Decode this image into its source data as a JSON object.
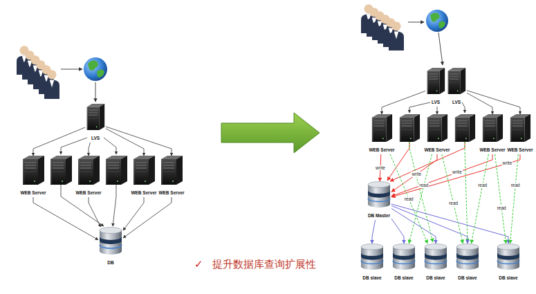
{
  "diagram": {
    "caption": "提升数据库查询扩展性",
    "nodes": [
      {
        "text": [
          "LVS"
        ]
      },
      {
        "text": [
          "WEB Server"
        ]
      },
      {
        "text": [
          "WEB Server"
        ]
      },
      {
        "text": [
          "WEB Server"
        ]
      },
      {
        "text": [
          "WEB Server"
        ]
      },
      {
        "text": [
          "DB"
        ]
      },
      {
        "text": [
          "LVS"
        ]
      },
      {
        "text": [
          "LVS"
        ]
      },
      {
        "text": [
          "WEB Server"
        ]
      },
      {
        "text": [
          "WEB Server"
        ]
      },
      {
        "text": [
          "WEB Server"
        ]
      },
      {
        "text": [
          "WEB Server"
        ]
      },
      {
        "text": [
          "DB Master"
        ]
      },
      {
        "text": [
          "DB slave"
        ]
      },
      {
        "text": [
          "DB slave"
        ]
      },
      {
        "text": [
          "DB slave"
        ]
      },
      {
        "text": [
          "DB slave"
        ]
      },
      {
        "text": [
          "DB slave"
        ]
      }
    ],
    "edges": [
      {
        "from": 0,
        "to": 1,
        "arrow": "to"
      },
      {
        "from": 0,
        "to": 2,
        "arrow": "to"
      },
      {
        "from": 0,
        "to": 3,
        "arrow": "to"
      },
      {
        "from": 0,
        "to": 4,
        "arrow": "to"
      },
      {
        "from": 1,
        "to": 5,
        "arrow": "to"
      },
      {
        "from": 2,
        "to": 5,
        "arrow": "to"
      },
      {
        "from": 3,
        "to": 5,
        "arrow": "to"
      },
      {
        "from": 4,
        "to": 5,
        "arrow": "to"
      },
      {
        "from": 6,
        "to": 8,
        "arrow": "to"
      },
      {
        "from": 6,
        "to": 9,
        "arrow": "to"
      },
      {
        "from": 7,
        "to": 10,
        "arrow": "to"
      },
      {
        "from": 7,
        "to": 11,
        "arrow": "to"
      },
      {
        "from": 8,
        "to": 12,
        "label": "write",
        "arrow": "to"
      },
      {
        "from": 9,
        "to": 12,
        "label": "write",
        "arrow": "to"
      },
      {
        "from": 10,
        "to": 12,
        "label": "write",
        "arrow": "to"
      },
      {
        "from": 11,
        "to": 12,
        "label": "write",
        "arrow": "to"
      },
      {
        "from": 12,
        "to": 13,
        "arrow": "to"
      },
      {
        "from": 12,
        "to": 14,
        "arrow": "to"
      },
      {
        "from": 12,
        "to": 15,
        "arrow": "to"
      },
      {
        "from": 12,
        "to": 16,
        "arrow": "to"
      },
      {
        "from": 12,
        "to": 17,
        "arrow": "to"
      },
      {
        "from": 8,
        "to": 15,
        "label": "read",
        "arrow": "to"
      },
      {
        "from": 9,
        "to": 14,
        "label": "read",
        "arrow": "to"
      },
      {
        "from": 9,
        "to": 16,
        "label": "read",
        "arrow": "to"
      },
      {
        "from": 10,
        "to": 16,
        "label": "read",
        "arrow": "to"
      },
      {
        "from": 10,
        "to": 17,
        "label": "read",
        "arrow": "to"
      },
      {
        "from": 11,
        "to": 17,
        "label": "read",
        "arrow": "to"
      }
    ],
    "labels": [
      "✓"
    ]
  }
}
